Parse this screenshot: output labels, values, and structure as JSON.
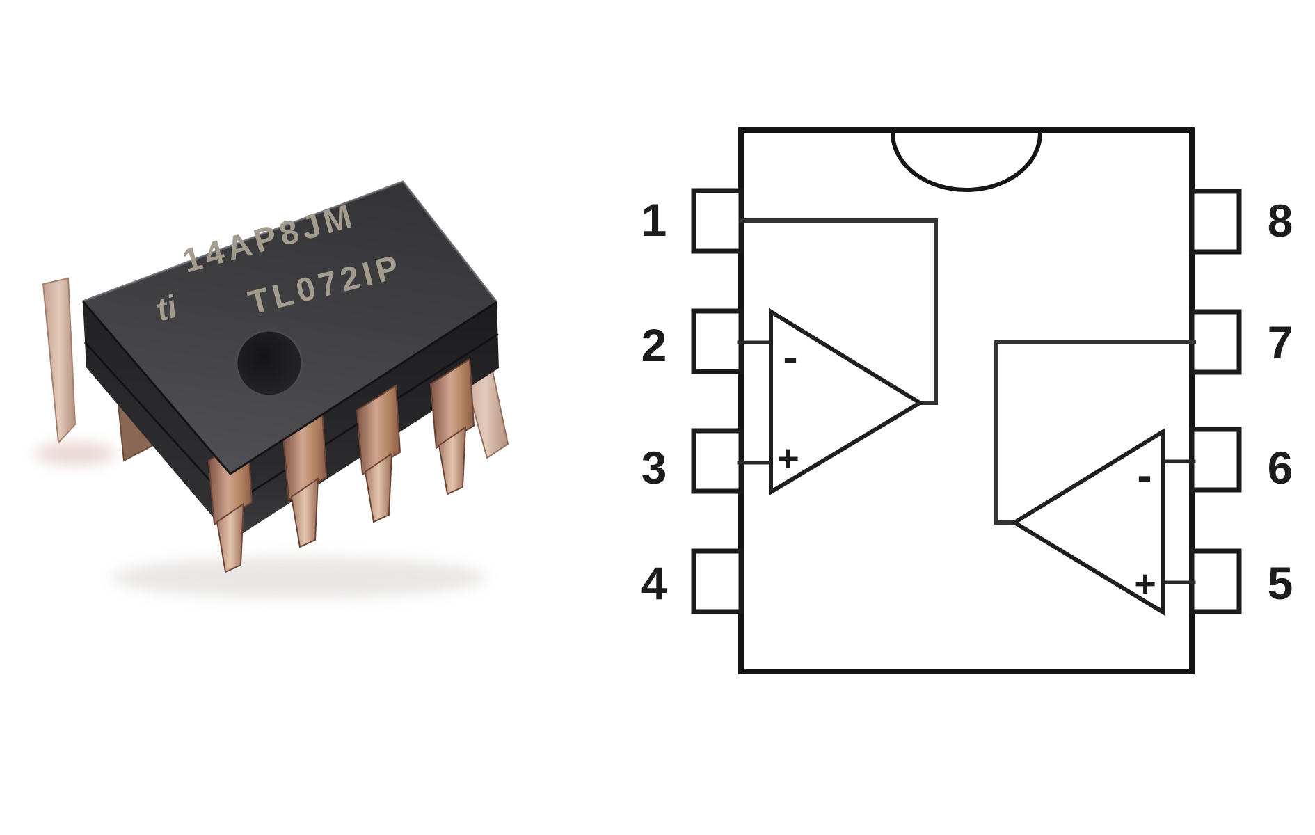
{
  "page": {
    "background_color": "#ffffff"
  },
  "photo": {
    "description": "black 8-pin DIP integrated circuit package photo",
    "marking_line1": "14AP8JM",
    "marking_line2": "TL072IP",
    "logo_text": "ti",
    "body_color": "#3f3f42",
    "marking_color": "#a39b8e",
    "pin_color": "#b68a72"
  },
  "diagram": {
    "line_color": "#1c1c1c",
    "background_color": "#ffffff",
    "pins_left": [
      "1",
      "2",
      "3",
      "4"
    ],
    "pins_right": [
      "8",
      "7",
      "6",
      "5"
    ],
    "opamp_a": {
      "inverting_label": "-",
      "noninverting_label": "+"
    },
    "opamp_b": {
      "inverting_label": "-",
      "noninverting_label": "+"
    }
  }
}
